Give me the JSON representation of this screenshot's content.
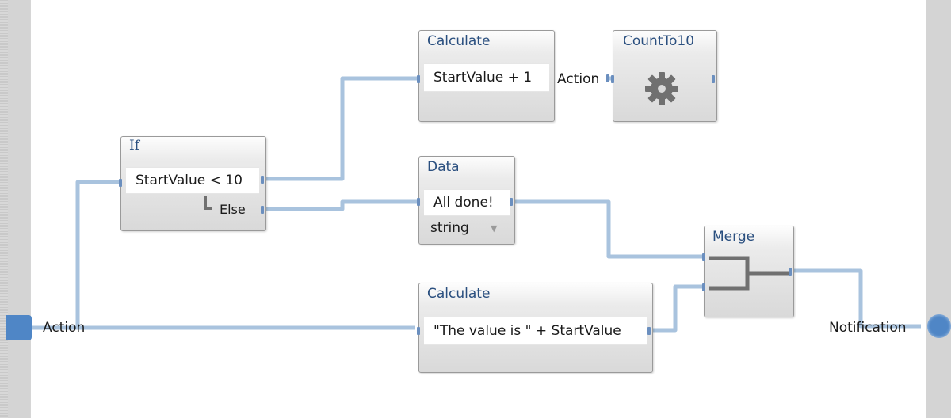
{
  "canvas": {
    "input_label": "Action",
    "output_label": "Notification"
  },
  "nodes": {
    "if": {
      "title": "If",
      "condition": "StartValue < 10",
      "else_label": "Else"
    },
    "calc_top": {
      "title": "Calculate",
      "expression": "StartValue + 1",
      "output_label": "Action"
    },
    "count": {
      "title": "CountTo10",
      "icon": "gear-icon"
    },
    "data": {
      "title": "Data",
      "value": "All done!",
      "type_value": "string"
    },
    "merge": {
      "title": "Merge"
    },
    "calc_bottom": {
      "title": "Calculate",
      "expression": "\"The value is \" + StartValue"
    }
  },
  "colors": {
    "wire": "#a9c3de",
    "pin": "#6b8fbf",
    "title": "#2a4f7f",
    "endpoint": "#4f86c6"
  }
}
